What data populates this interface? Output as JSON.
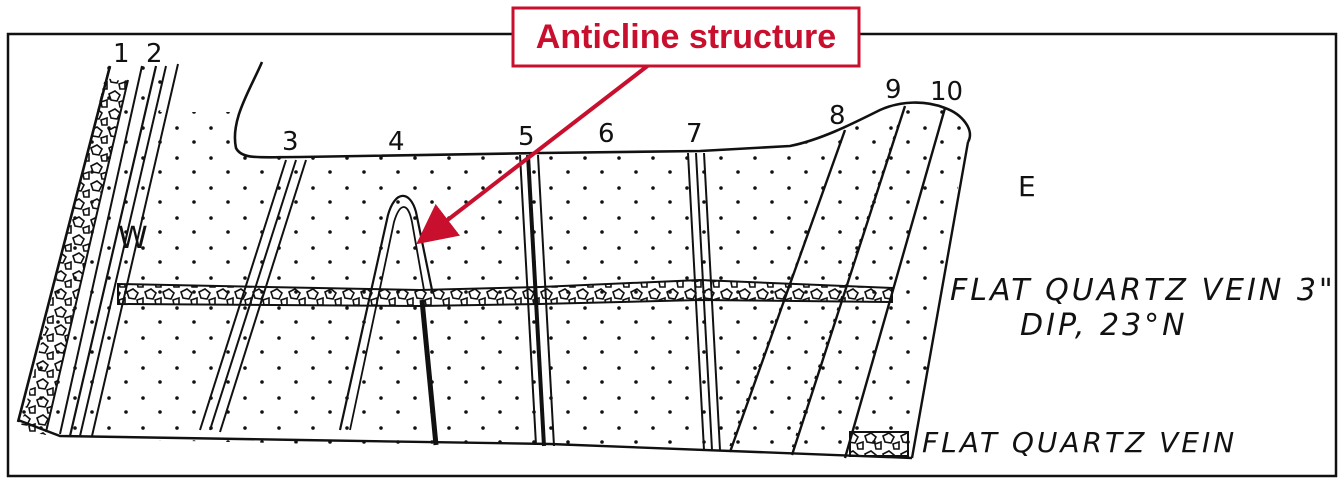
{
  "callout": {
    "text": "Anticline structure",
    "color": "#c8102e"
  },
  "vein_numbers": [
    "1",
    "2",
    "3",
    "4",
    "5",
    "6",
    "7",
    "8",
    "9",
    "10"
  ],
  "directions": {
    "west": "W",
    "east": "E"
  },
  "annotations": {
    "flat_vein_line1": "FLAT QUARTZ VEIN 3\"",
    "flat_vein_line2": "DIP, 23°N",
    "flat_vein_lower": "FLAT QUARTZ VEIN"
  },
  "colors": {
    "ink": "#111111",
    "paper": "#ffffff"
  }
}
